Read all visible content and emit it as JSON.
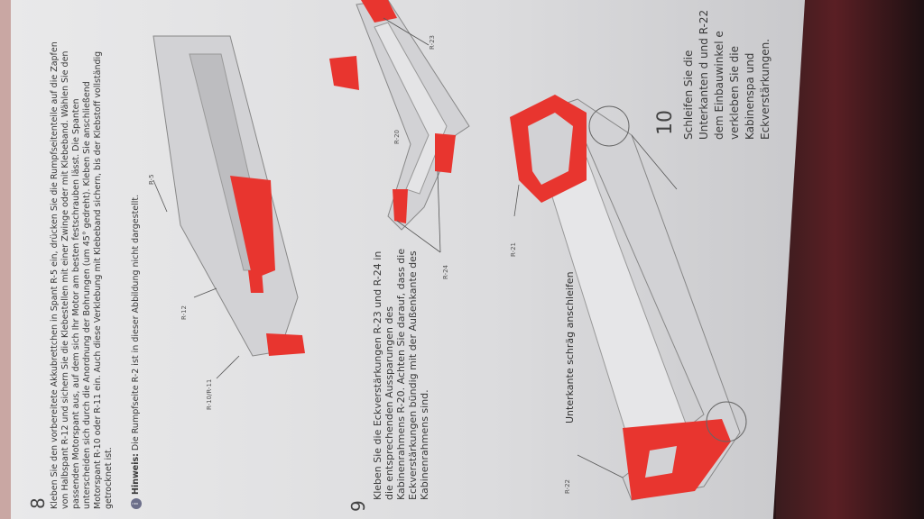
{
  "step8": {
    "number": "8",
    "text": "Kleben Sie den vorbereitete Akkubrettchen in Spant R-5 ein, drücken Sie die Rumpfseitenteile auf die Zapfen von Halbspant R-12 und sichern Sie die Klebestellen mit einer Zwinge oder mit Klebeband. Wählen Sie den passenden Motorspant aus, auf dem sich Ihr Motor am besten festschrauben lässt. Die Spanten unterscheiden sich durch die Anordnung der Bohrungen (um 45° gedreht). Kleben Sie anschließend Motorspant R-10 oder R-11 ein. Auch diese Verklebung mit Klebeband sichern, bis der Klebstoff vollständig getrocknet ist.",
    "hint_label": "Hinweis:",
    "hint_text": "Die Rumpfseite R-2 ist in dieser Abbildung nicht dargestellt.",
    "labels": {
      "r5": "R-5",
      "r12": "R-12",
      "r10": "R-10/R-11"
    }
  },
  "step9": {
    "number": "9",
    "text": "Kleben Sie die Eckverstärkungen R-23 und R-24 in die entsprechenden Aussparungen des Kabinenrahmens R-20. Achten Sie darauf, dass die Eckverstärkungen bündig mit der Außenkante des Kabinenrahmens sind.",
    "labels": {
      "r23": "R-23",
      "r20": "R-20",
      "r24": "R-24"
    }
  },
  "step10": {
    "number": "10",
    "text": "Schleifen Sie die Unterkanten d und R-22 dem Einbauwinkel e verkleben Sie die Kabinenspa und Eckverstärkungen.",
    "labels": {
      "r21": "R-21",
      "r22": "R-22",
      "bevel": "Unterkante schräg anschleifen"
    }
  },
  "colors": {
    "part_red": "#e8352f",
    "part_grey": "#cfcfd2"
  }
}
